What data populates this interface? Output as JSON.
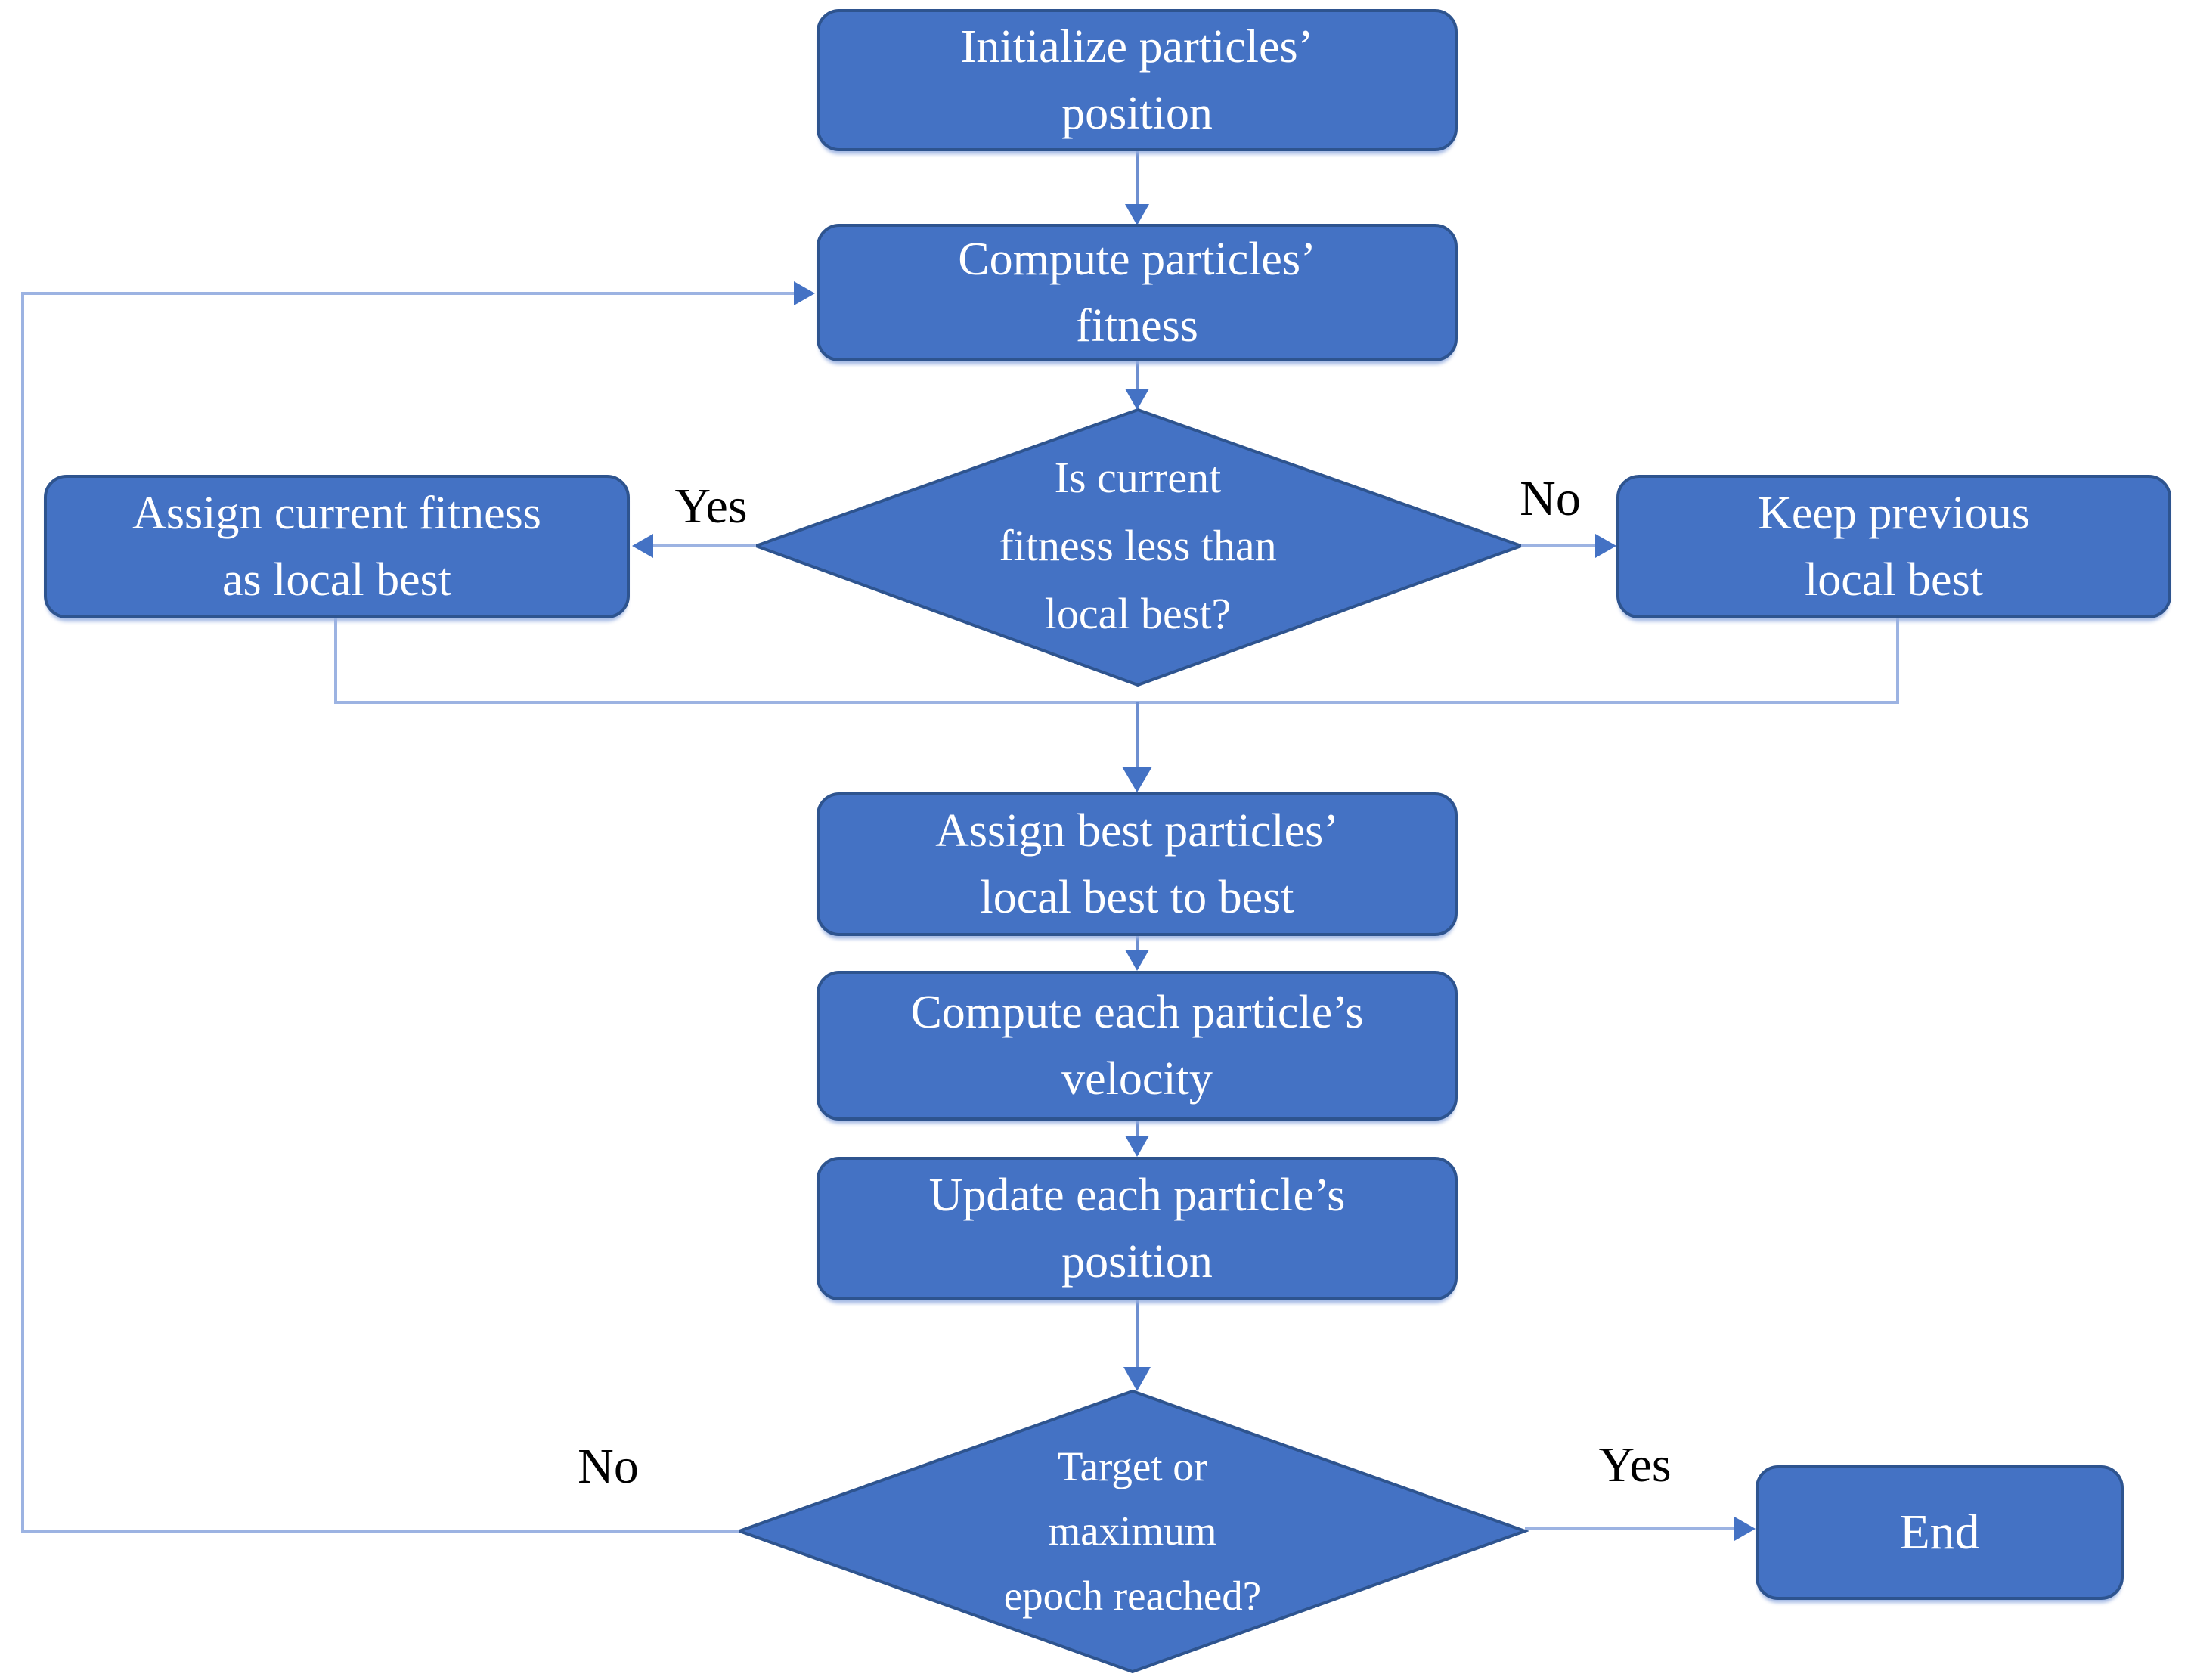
{
  "nodes": {
    "init": {
      "label": "Initialize particles’\nposition"
    },
    "compute_fitness": {
      "label": "Compute particles’\nfitness"
    },
    "decision_local_best": {
      "label": "Is current\nfitness less than\nlocal best?"
    },
    "assign_local_best": {
      "label": "Assign current fitness\nas local best"
    },
    "keep_previous": {
      "label": "Keep previous\nlocal best"
    },
    "assign_global_best": {
      "label": "Assign best particles’\nlocal best to best"
    },
    "compute_velocity": {
      "label": "Compute each particle’s\nvelocity"
    },
    "update_position": {
      "label": "Update each particle’s\nposition"
    },
    "decision_termination": {
      "label": "Target or\nmaximum\nepoch reached?"
    },
    "end": {
      "label": "End"
    }
  },
  "edge_labels": {
    "yes_local": "Yes",
    "no_local": "No",
    "no_loop": "No",
    "yes_end": "Yes"
  },
  "colors": {
    "node_fill": "#4472C4",
    "node_border": "#2E548F",
    "connector": "#9CB3E2",
    "arrow": "#4472C4",
    "node_text": "#FFFFFF",
    "label_text": "#000000",
    "background": "#FFFFFF"
  }
}
